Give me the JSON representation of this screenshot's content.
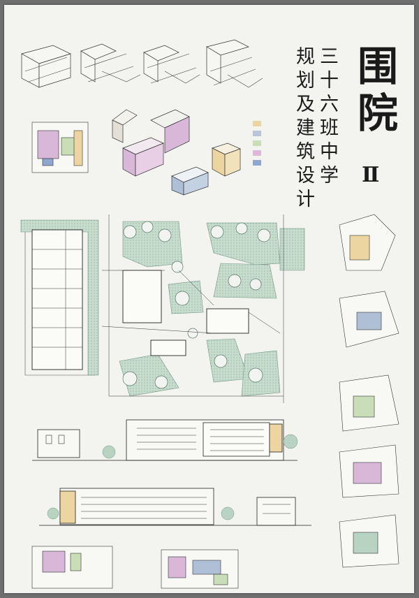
{
  "poster": {
    "title_line1": "三十六班中学",
    "title_line2": "规划及建筑设计",
    "big_char_1": "围",
    "big_char_2": "院",
    "numeral": "Ⅱ"
  },
  "legend": {
    "colors": [
      "#e9d6a2",
      "#b8c7d8",
      "#c9ddb8",
      "#dcb9d9",
      "#8fa7cf"
    ],
    "items": [
      "",
      "",
      "",
      "",
      ""
    ]
  },
  "colors": {
    "board": "#f3f3f0",
    "greenery": "#b9d3c3",
    "purple": "#d8b7d8",
    "blue": "#aebfd6",
    "yellow": "#ecd5a0"
  }
}
